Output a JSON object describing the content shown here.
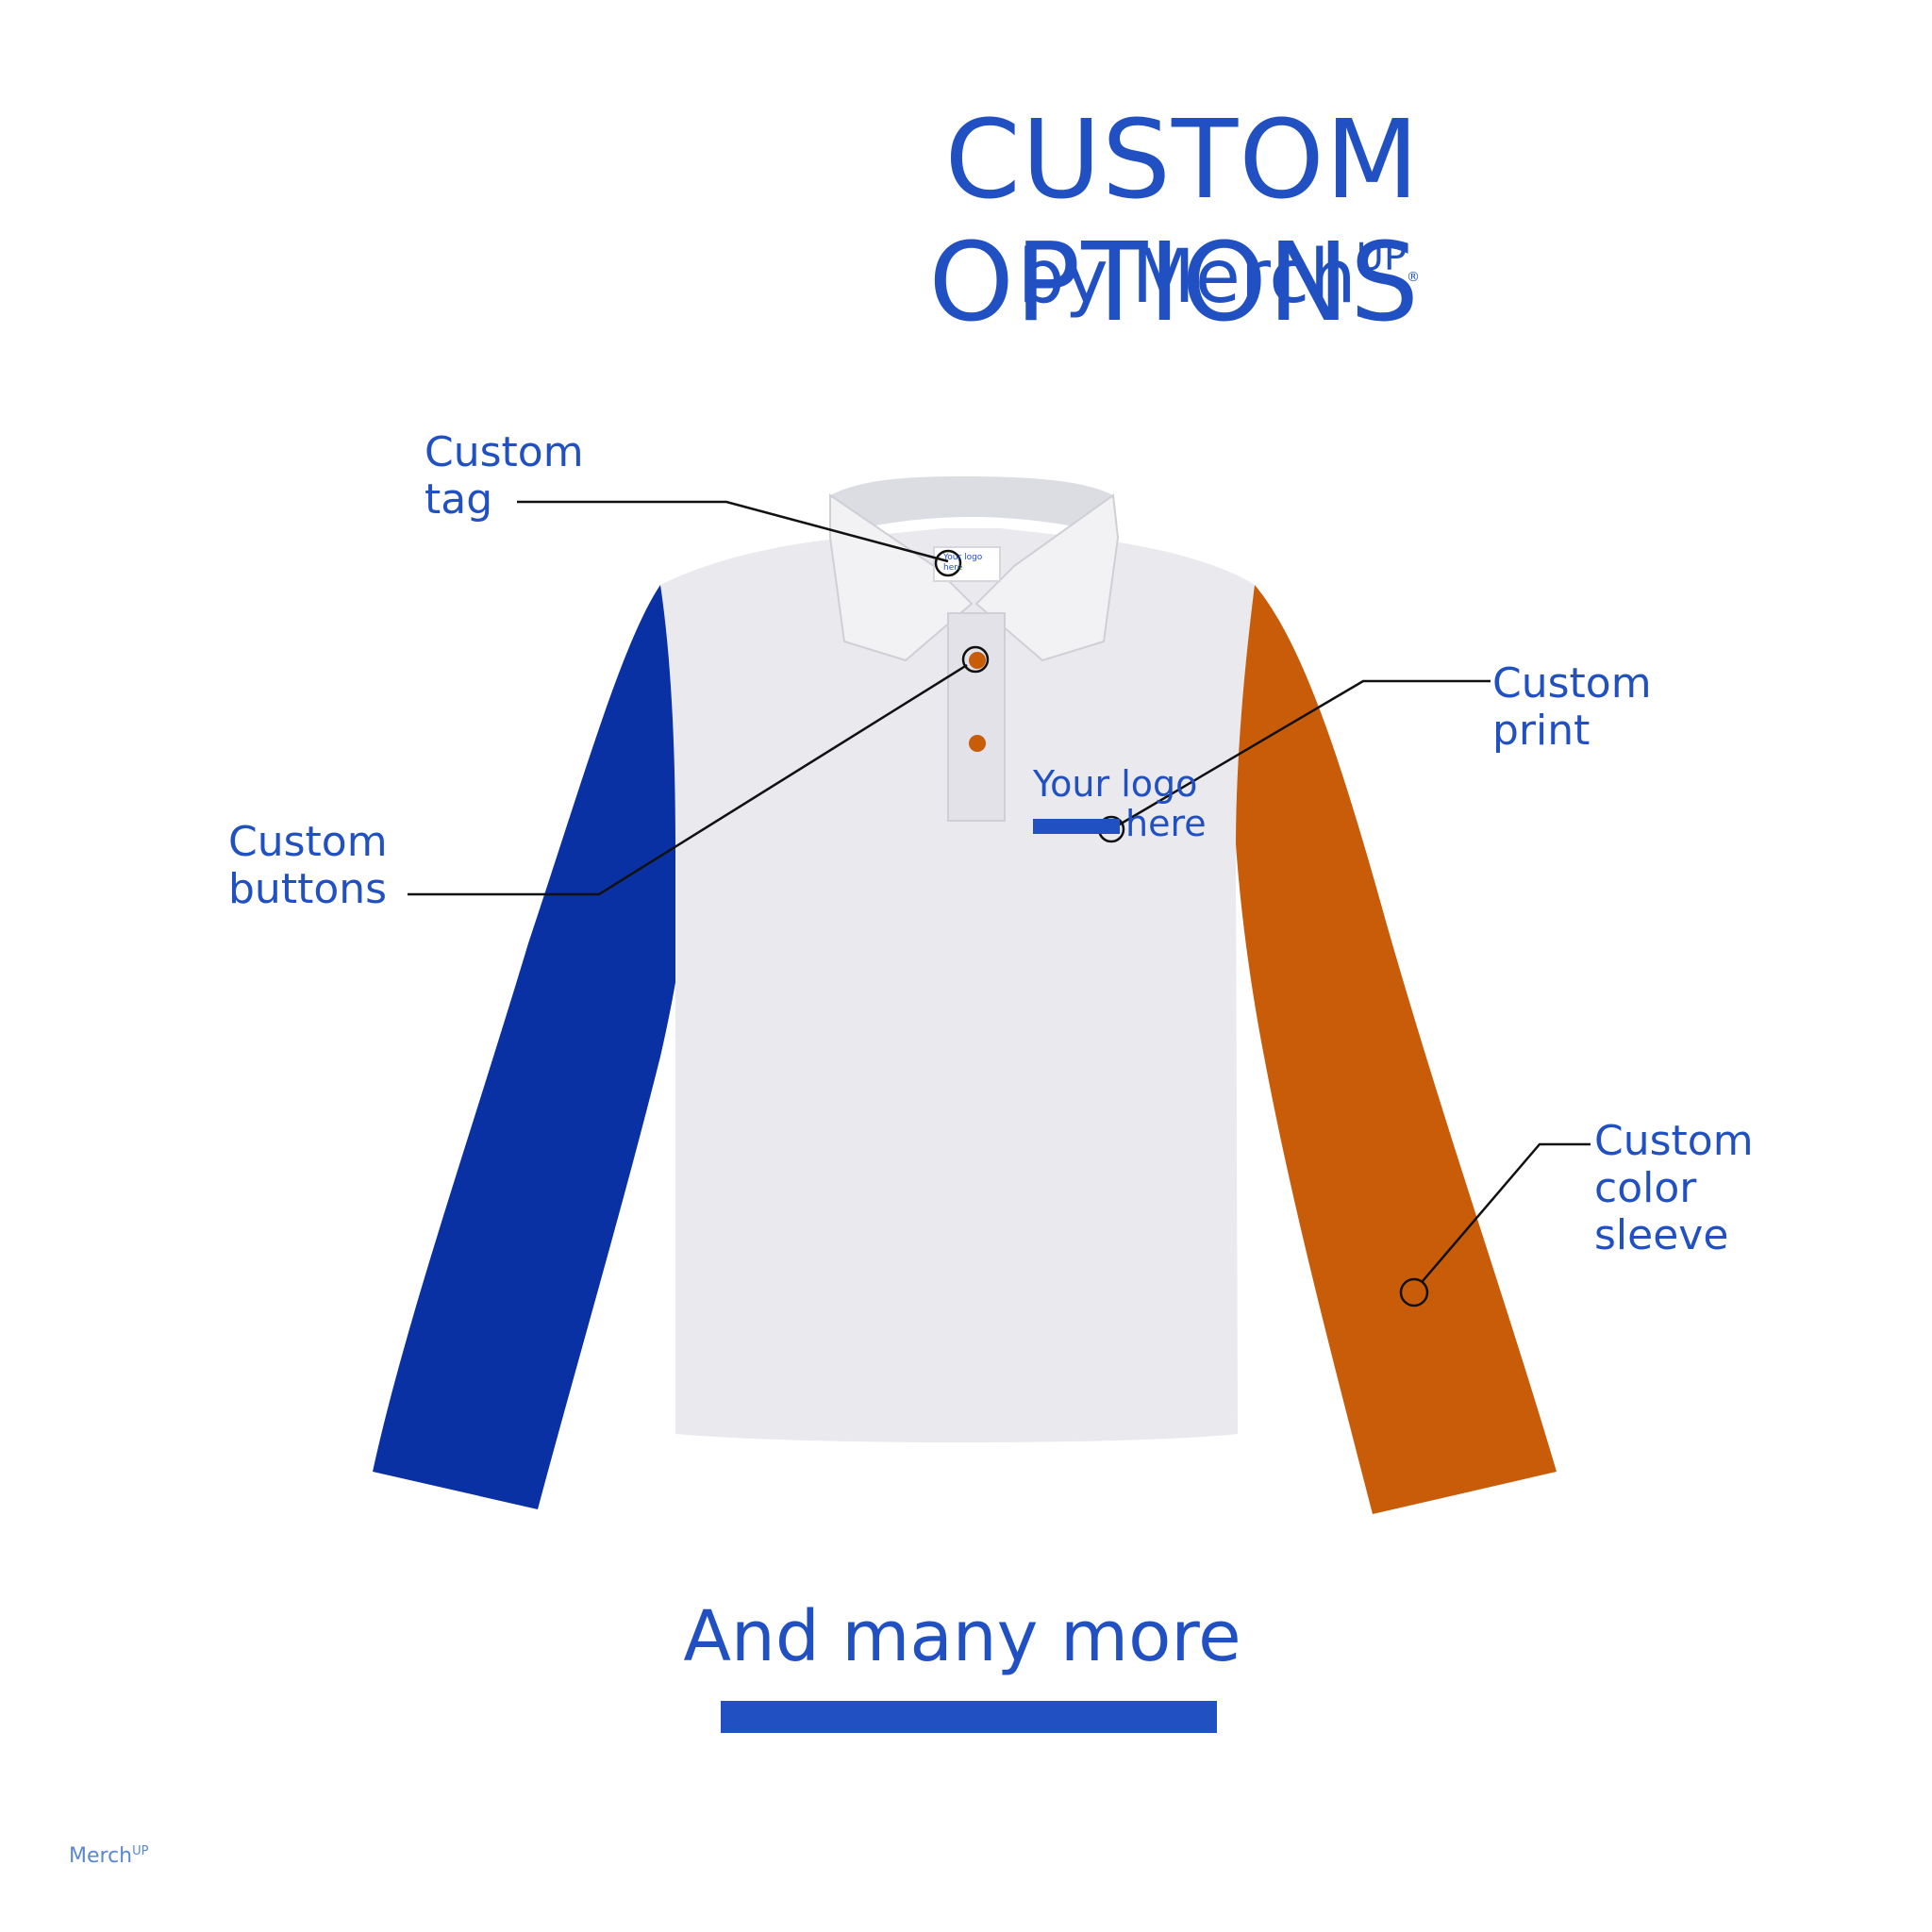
{
  "header": {
    "title": "CUSTOM OPTIONS",
    "byline_prefix": "by Merch",
    "byline_up": "UP",
    "byline_reg": "®"
  },
  "callouts": {
    "tag": "Custom\ntag",
    "buttons": "Custom\nbuttons",
    "print": "Custom\nprint",
    "sleeve": "Custom\ncolor\nsleeve"
  },
  "garment": {
    "logo_print_line1": "Your logo",
    "logo_print_line2": "here",
    "tag_line1": "Your logo",
    "tag_line2": "here",
    "colors": {
      "body": "#e9e9ee",
      "left_sleeve": "#0a31a3",
      "right_sleeve": "#c95c08",
      "buttons": "#c95c08"
    }
  },
  "footer": {
    "closing": "And many more",
    "logo_prefix": "Merch",
    "logo_up": "UP"
  }
}
